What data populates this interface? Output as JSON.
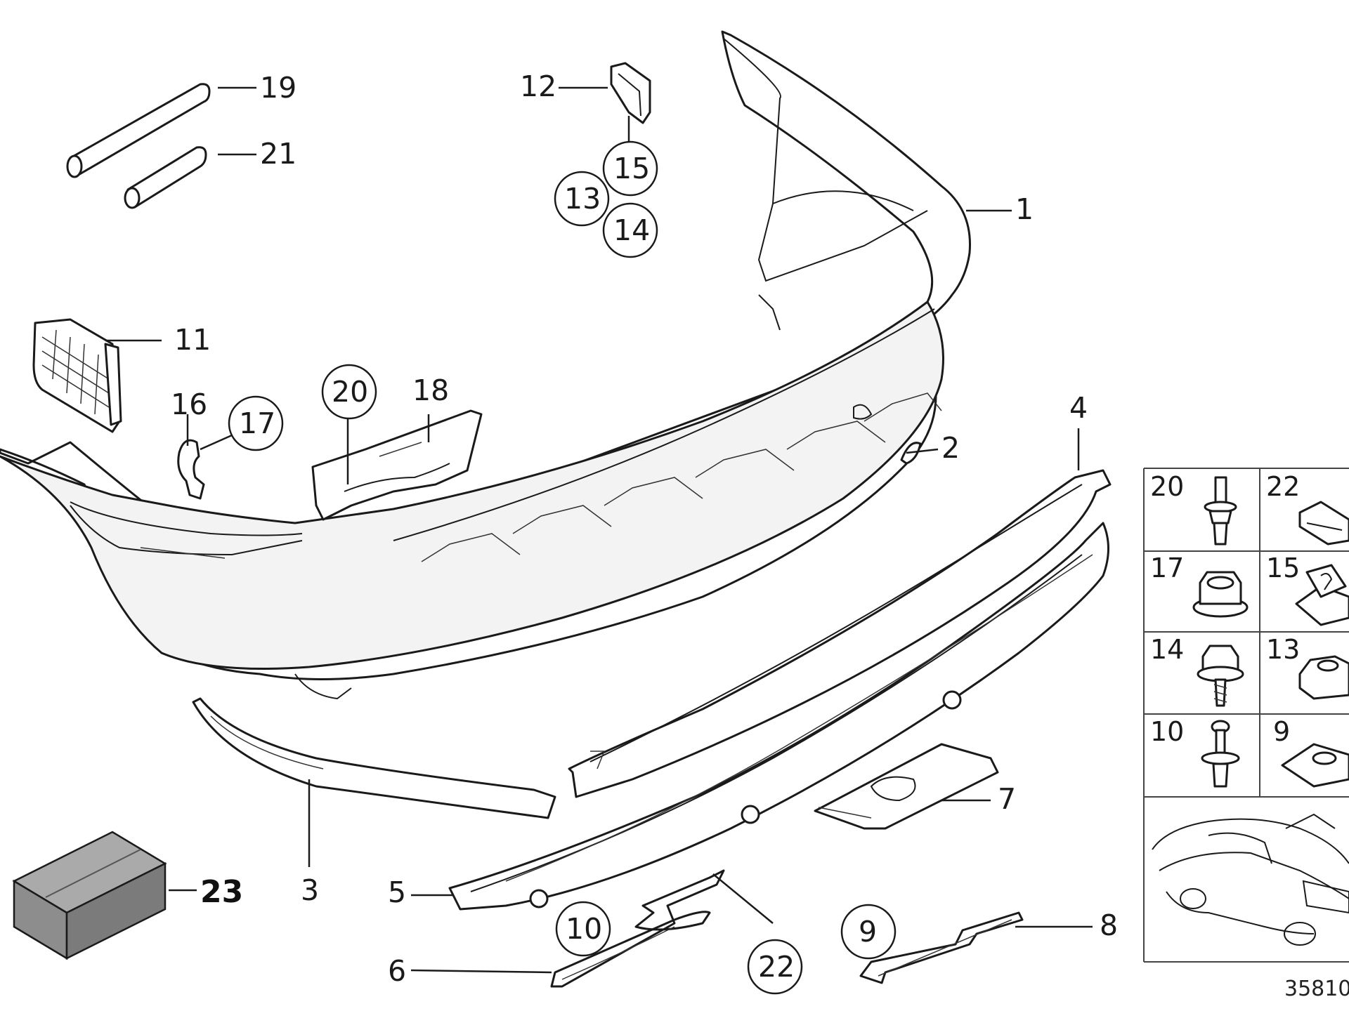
{
  "diagram": {
    "callouts": [
      "1",
      "2",
      "3",
      "4",
      "5",
      "6",
      "7",
      "8",
      "9",
      "10",
      "11",
      "12",
      "13",
      "14",
      "15",
      "16",
      "17",
      "18",
      "19",
      "20",
      "21",
      "22",
      "23"
    ],
    "legend_cells": [
      "20",
      "22",
      "17",
      "15",
      "14",
      "13",
      "10",
      "9"
    ],
    "reference_number": "35810"
  }
}
